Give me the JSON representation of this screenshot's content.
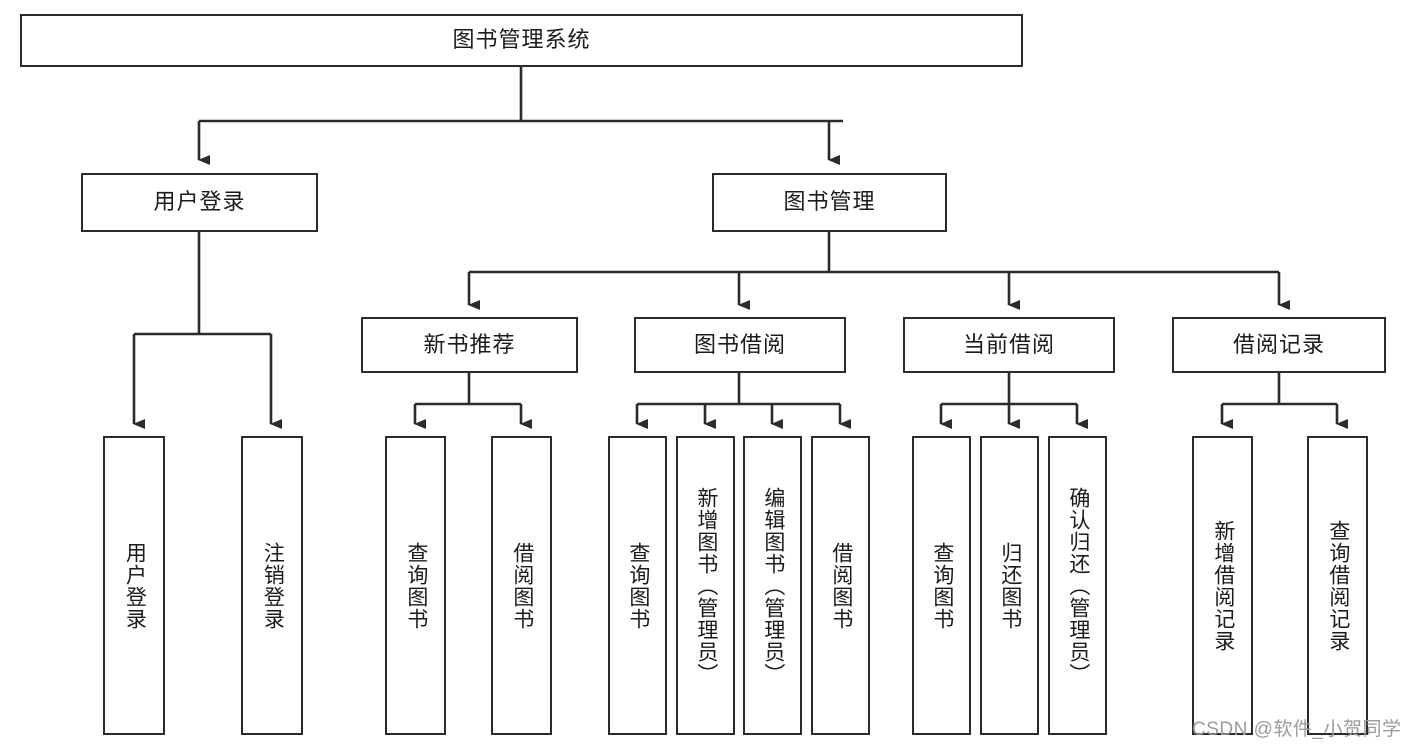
{
  "diagram": {
    "title": "图书管理系统",
    "type": "tree-hierarchy",
    "watermark": "CSDN @软件_小贺同学",
    "colors": {
      "stroke": "#2b2b2b",
      "fill": "#ffffff",
      "text": "#1b1b1b",
      "watermark": "#9b9b9b"
    },
    "levels": {
      "root": {
        "label": "图书管理系统"
      },
      "level2": [
        {
          "label": "用户登录"
        },
        {
          "label": "图书管理"
        }
      ],
      "level3": [
        {
          "label": "新书推荐"
        },
        {
          "label": "图书借阅"
        },
        {
          "label": "当前借阅"
        },
        {
          "label": "借阅记录"
        }
      ],
      "leaves": [
        {
          "label": "用户登录"
        },
        {
          "label": "注销登录"
        },
        {
          "label": "查询图书"
        },
        {
          "label": "借阅图书"
        },
        {
          "label": "查询图书"
        },
        {
          "label": "新增图书（管理员）"
        },
        {
          "label": "编辑图书（管理员）"
        },
        {
          "label": "借阅图书"
        },
        {
          "label": "查询图书"
        },
        {
          "label": "归还图书"
        },
        {
          "label": "确认归还（管理员）"
        },
        {
          "label": "新增借阅记录"
        },
        {
          "label": "查询借阅记录"
        }
      ]
    },
    "tree": {
      "label": "图书管理系统",
      "children": [
        {
          "label": "用户登录",
          "children": [
            {
              "label": "用户登录"
            },
            {
              "label": "注销登录"
            }
          ]
        },
        {
          "label": "图书管理",
          "children": [
            {
              "label": "新书推荐",
              "children": [
                {
                  "label": "查询图书"
                },
                {
                  "label": "借阅图书"
                }
              ]
            },
            {
              "label": "图书借阅",
              "children": [
                {
                  "label": "查询图书"
                },
                {
                  "label": "新增图书（管理员）"
                },
                {
                  "label": "编辑图书（管理员）"
                },
                {
                  "label": "借阅图书"
                }
              ]
            },
            {
              "label": "当前借阅",
              "children": [
                {
                  "label": "查询图书"
                },
                {
                  "label": "归还图书"
                },
                {
                  "label": "确认归还（管理员）"
                }
              ]
            },
            {
              "label": "借阅记录",
              "children": [
                {
                  "label": "新增借阅记录"
                },
                {
                  "label": "查询借阅记录"
                }
              ]
            }
          ]
        }
      ]
    }
  }
}
